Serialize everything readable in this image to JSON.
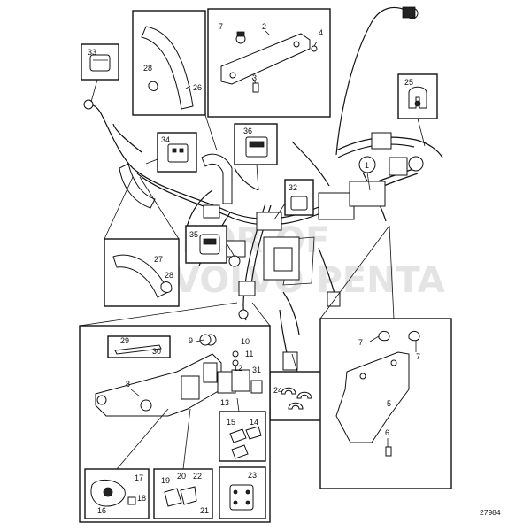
{
  "diagram_id": "27984",
  "watermark": [
    "FOR OF",
    "VOLVO PENTA"
  ],
  "callouts": {
    "c1": "1",
    "c2": "2",
    "c3": "3",
    "c4": "4",
    "c5": "5",
    "c6": "6",
    "c7a": "7",
    "c7b": "7",
    "c7c": "7",
    "c8": "8",
    "c9": "9",
    "c10": "10",
    "c11": "11",
    "c12": "12",
    "c13": "13",
    "c14": "14",
    "c15": "15",
    "c16": "16",
    "c17": "17",
    "c18": "18",
    "c19": "19",
    "c20": "20",
    "c21": "21",
    "c22": "22",
    "c23": "23",
    "c24": "24",
    "c25": "25",
    "c26": "26",
    "c27": "27",
    "c28a": "28",
    "c28b": "28",
    "c29": "29",
    "c30": "30",
    "c31": "31",
    "c32": "32",
    "c33": "33",
    "c34": "34",
    "c35": "35",
    "c36": "36"
  }
}
